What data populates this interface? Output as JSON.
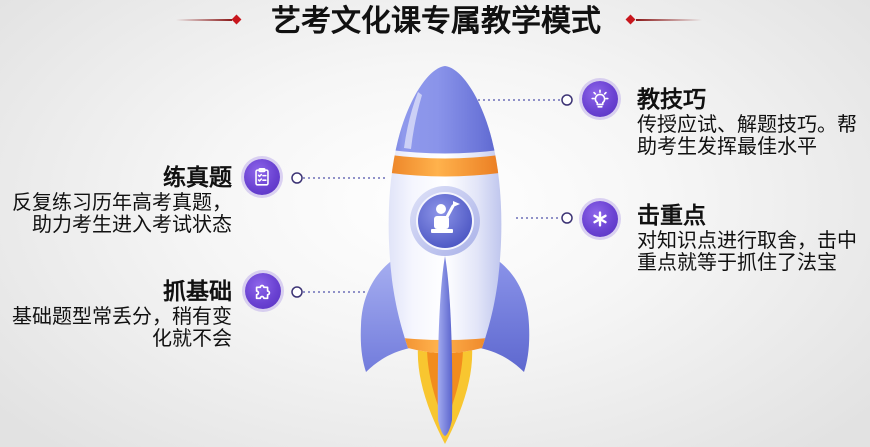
{
  "title": "艺考文化课专属教学模式",
  "features": {
    "teach_skills": {
      "icon": "lightbulb-icon",
      "heading": "教技巧",
      "lines": [
        "传授应试、解题技巧。帮",
        "助考生发挥最佳水平"
      ]
    },
    "key_points": {
      "icon": "asterisk-icon",
      "heading": "击重点",
      "lines": [
        "对知识点进行取舍，击中",
        "重点就等于抓住了法宝"
      ]
    },
    "practice_exams": {
      "icon": "checklist-icon",
      "heading": "练真题",
      "lines": [
        "反复练习历年高考真题，",
        "助力考生进入考试状态"
      ]
    },
    "fundamentals": {
      "icon": "puzzle-icon",
      "heading": "抓基础",
      "lines": [
        "基础题型常丢分，稍有变",
        "化就不会"
      ]
    }
  },
  "rocket": {
    "emblem_icon": "astronaut-icon"
  },
  "colors": {
    "icon_purple": "#6a42d2",
    "rocket_blue": "#6f79dc",
    "rocket_orange": "#f5922a",
    "flame_yellow": "#f8c630",
    "ornament_red": "#c8161d",
    "connector": "#6d6fb8"
  }
}
